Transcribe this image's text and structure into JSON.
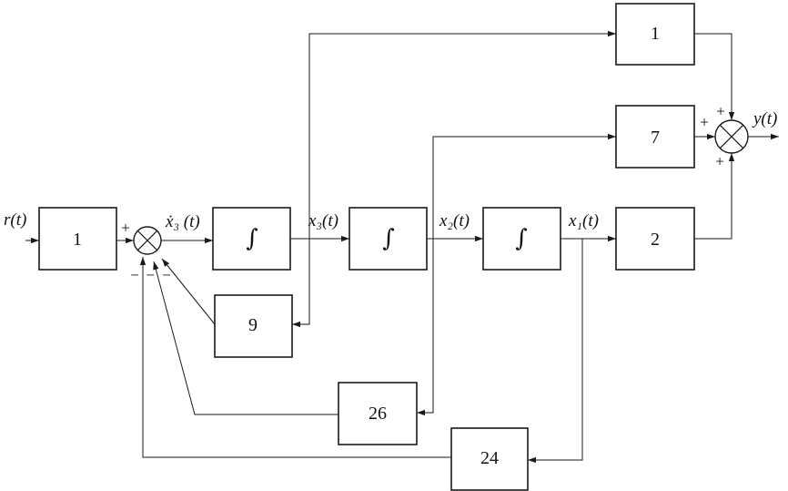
{
  "signals": {
    "input": "r(t)",
    "x3_dot": "ẋ₃ (t)",
    "x3": "x₃(t)",
    "x2": "x₂(t)",
    "x1": "x₁(t)",
    "output": "y(t)"
  },
  "blocks": {
    "input_gain": "1",
    "integrator_1": "∫",
    "integrator_2": "∫",
    "integrator_3": "∫",
    "feedback_x3": "9",
    "feedback_x2": "26",
    "feedback_x1": "24",
    "output_x3": "1",
    "output_x2": "7",
    "output_x1": "2"
  },
  "signs": {
    "input_sum_plus": "+",
    "input_sum_minus_1": "−",
    "input_sum_minus_2": "−",
    "input_sum_minus_3": "−",
    "output_sum_top": "+",
    "output_sum_left": "+",
    "output_sum_bottom": "+"
  }
}
